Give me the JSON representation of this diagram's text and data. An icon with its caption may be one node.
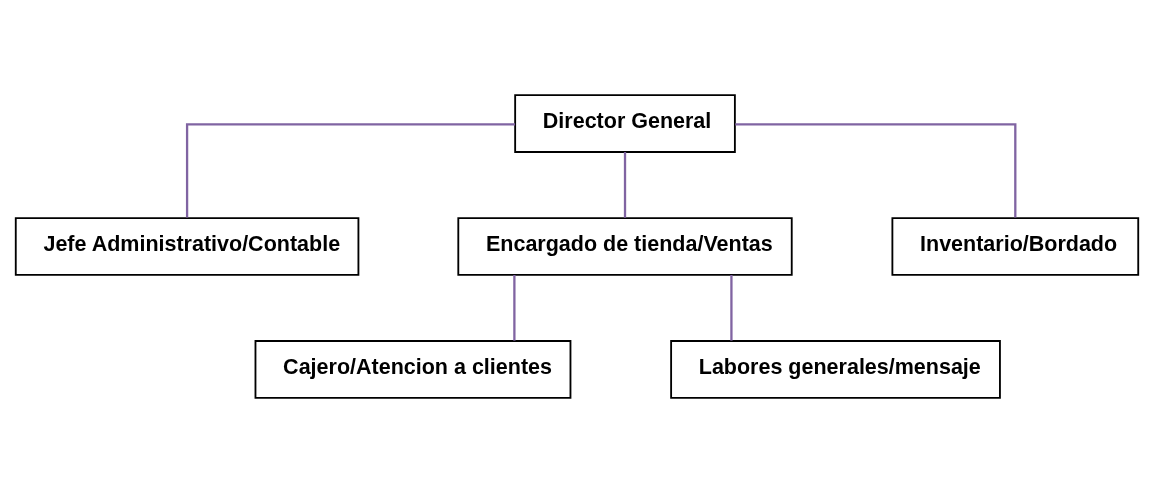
{
  "diagram": {
    "nodes": [
      {
        "text": [
          "Director General"
        ]
      },
      {
        "text": [
          "Jefe Administrativo/Contable"
        ]
      },
      {
        "text": [
          "Encargado de tienda/Ventas"
        ]
      },
      {
        "text": [
          "Inventario/Bordado"
        ]
      },
      {
        "text": [
          "Cajero/Atencion a clientes"
        ]
      },
      {
        "text": [
          "Labores generales/mensaje"
        ]
      }
    ],
    "edges": [
      {
        "from": 0,
        "to": 1,
        "arrow": "none"
      },
      {
        "from": 0,
        "to": 2,
        "arrow": "none"
      },
      {
        "from": 0,
        "to": 3,
        "arrow": "none"
      },
      {
        "from": 2,
        "to": 4,
        "arrow": "none"
      },
      {
        "from": 2,
        "to": 5,
        "arrow": "none"
      }
    ]
  }
}
